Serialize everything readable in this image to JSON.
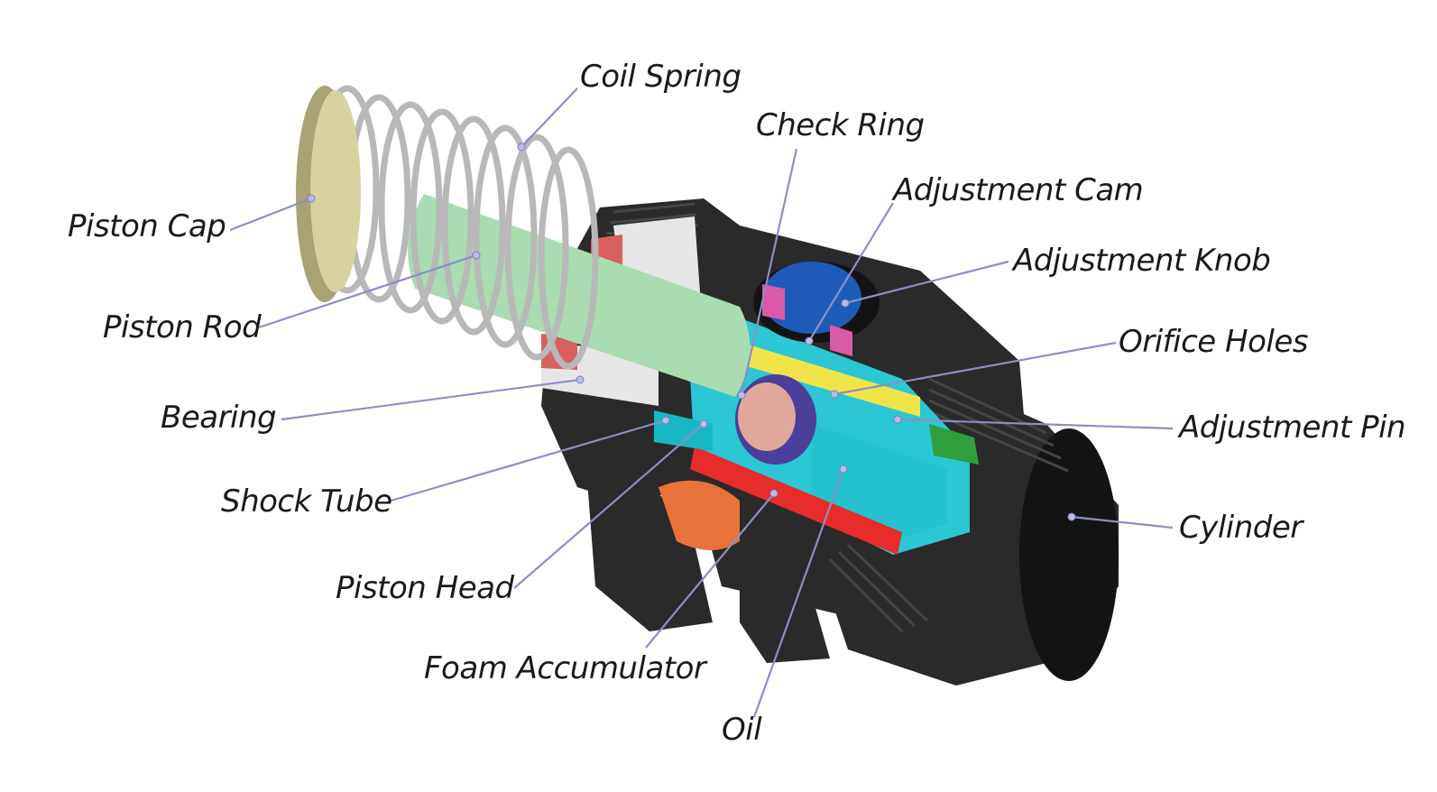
{
  "labels": {
    "coil_spring": "Coil Spring",
    "check_ring": "Check Ring",
    "adjustment_cam": "Adjustment Cam",
    "adjustment_knob": "Adjustment Knob",
    "orifice_holes": "Orifice Holes",
    "adjustment_pin": "Adjustment Pin",
    "cylinder": "Cylinder",
    "piston_cap": "Piston Cap",
    "piston_rod": "Piston Rod",
    "bearing": "Bearing",
    "shock_tube": "Shock Tube",
    "piston_head": "Piston Head",
    "foam_accumulator": "Foam Accumulator",
    "oil": "Oil"
  },
  "colors": {
    "cylinder_body": "#2a2a2a",
    "cylinder_shadow": "#141414",
    "piston_cap": "#d8d2a0",
    "coil_spring": "#b8b8b8",
    "piston_rod": "#a9dcb0",
    "bearing": "#e6e6e6",
    "bearing_red": "#d9605c",
    "shock_tube": "#16b8c4",
    "piston_head": "#e0a89a",
    "foam_accumulator": "#e8723a",
    "oil": "#2bc7d4",
    "adjustment_knob": "#1e5bb8",
    "adjustment_cam": "#f0e44a",
    "adjustment_pin": "#2f9e3c",
    "accent_pink": "#d95aa6",
    "accent_red": "#e82b2b",
    "leader_line": "#8a8fc4"
  }
}
